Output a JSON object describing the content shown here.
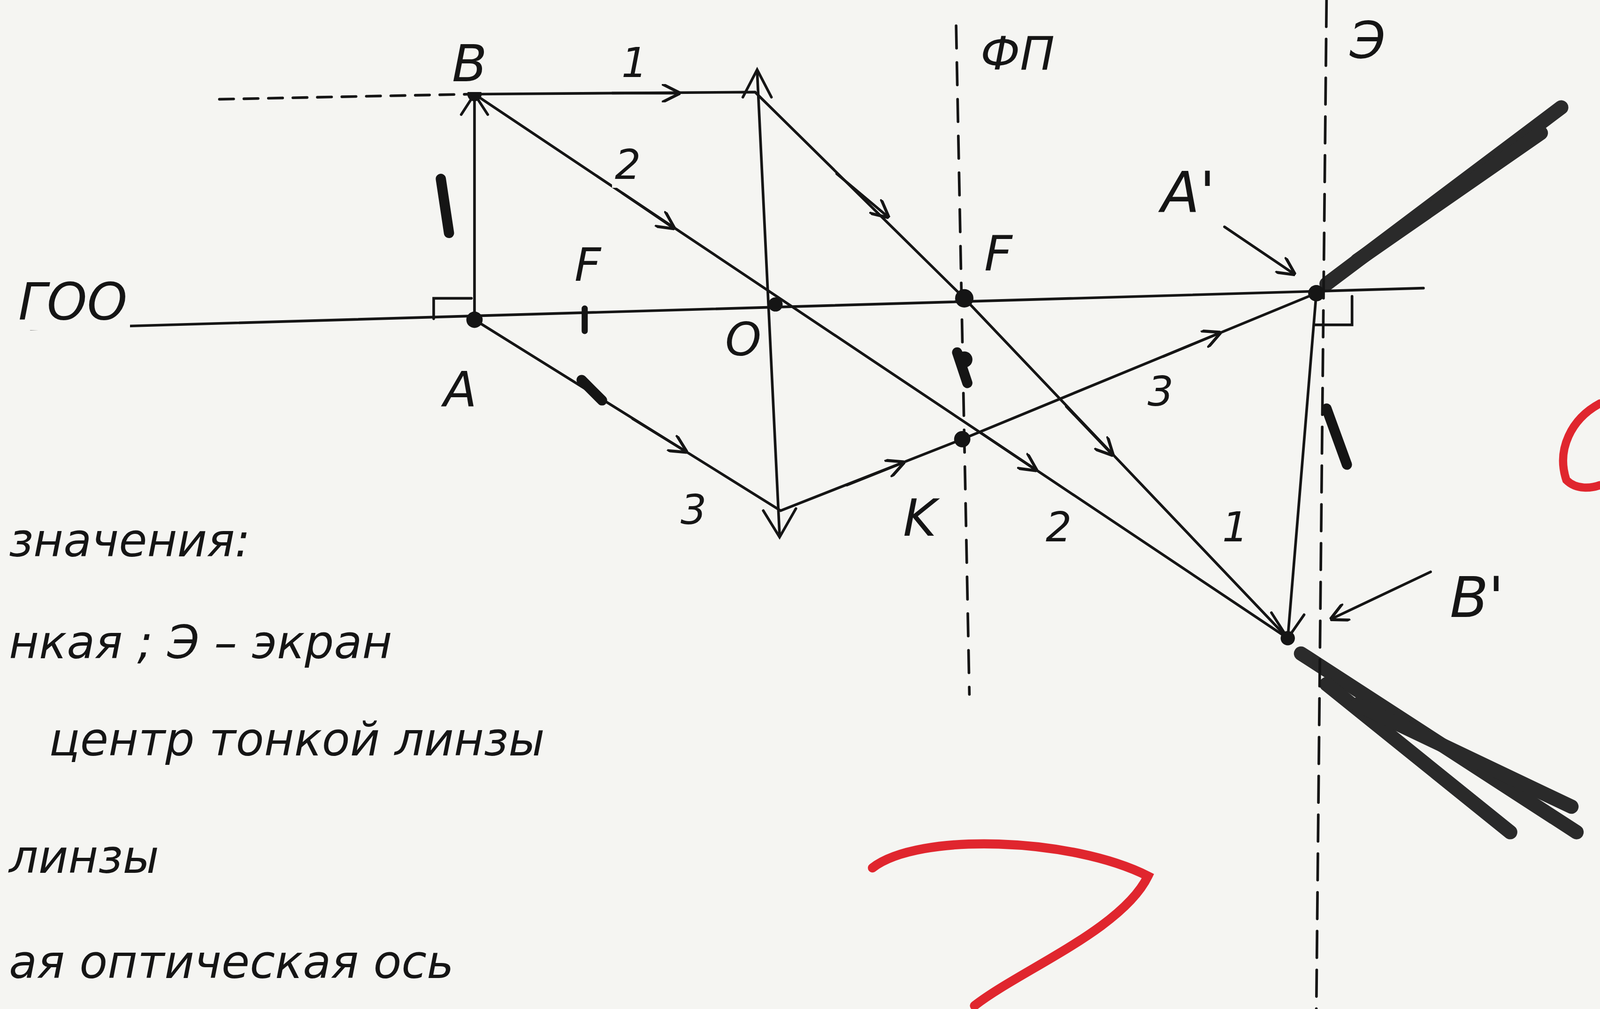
{
  "diagram": {
    "labels": [
      "ГОО",
      "B",
      "1",
      "ФП",
      "Э",
      "2",
      "F",
      "F",
      "A'",
      "A",
      "O",
      "3",
      "K",
      "2",
      "1",
      "3",
      "B'",
      "значения:",
      "нкая ; Э – экран",
      "центр тонкой линзы",
      "линзы",
      "ая оптическая ось"
    ]
  }
}
